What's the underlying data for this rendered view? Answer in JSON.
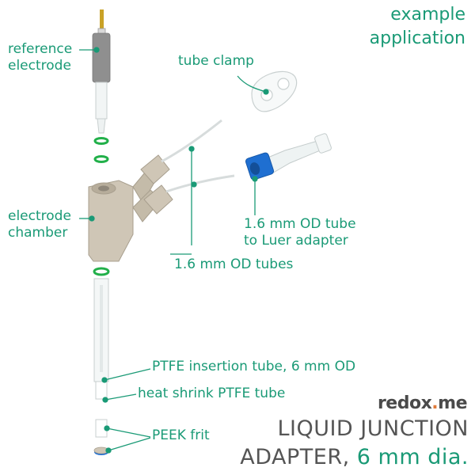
{
  "corner": {
    "line1": "example",
    "line2": "application"
  },
  "labels": {
    "reference_electrode_1": "reference",
    "reference_electrode_2": "electrode",
    "tube_clamp": "tube clamp",
    "electrode_chamber_1": "electrode",
    "electrode_chamber_2": "chamber",
    "luer_1": "1.6 mm OD tube",
    "luer_2": "to Luer adapter",
    "od_tubes": "1.6 mm OD tubes",
    "ptfe_insertion": "PTFE insertion tube, 6 mm OD",
    "heat_shrink": "heat shrink PTFE tube",
    "peek_frit": "PEEK frit"
  },
  "brand": {
    "name_part1": "redox",
    "name_dot": ".",
    "name_part2": "me"
  },
  "title": {
    "line1": "LIQUID JUNCTION",
    "line2_prefix": "ADAPTER, ",
    "line2_accent": "6 mm dia."
  },
  "colors": {
    "accent": "#1a9a76",
    "title_gray": "#555555",
    "peek_beige": "#cfc6b6",
    "electrode_gray": "#8f8f8f",
    "luer_blue": "#1f6fd1",
    "oring_green": "#22b04a"
  }
}
